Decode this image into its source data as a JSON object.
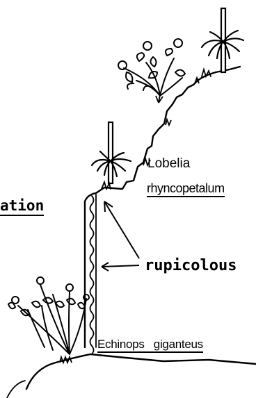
{
  "labels": {
    "ation": "ation",
    "lobelia_line1": "Lobelia",
    "lobelia_line2": "rhyncopetalum",
    "rupicolous": "rupicolous",
    "echinops": "Echinops   giganteus"
  },
  "colors": {
    "ink": "#000000",
    "paper": "#ffffff"
  },
  "icons": [
    "arrow-icon",
    "giant-rosette-plant-icon",
    "flowering-shrub-icon",
    "grass-tuft-icon"
  ]
}
